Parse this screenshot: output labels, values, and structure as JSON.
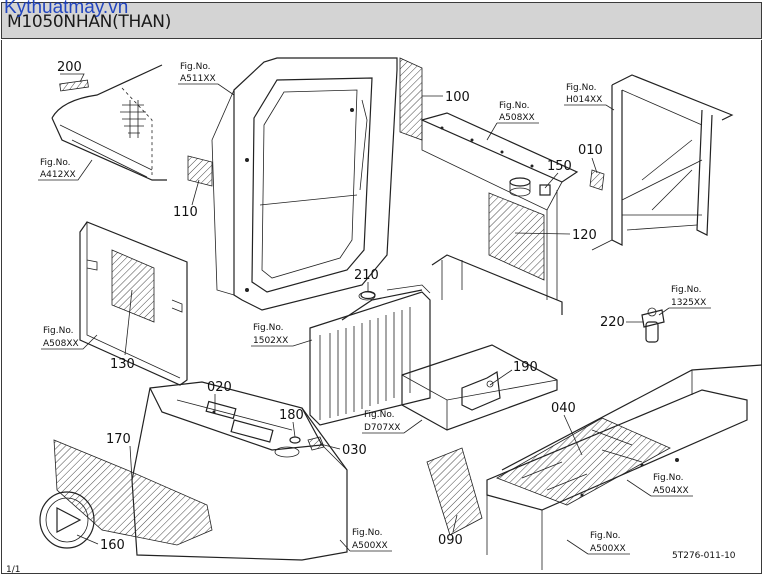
{
  "header": {
    "title": "M1050NHAN(THAN)",
    "watermark": "Kythuatmay.vn"
  },
  "callouts": [
    {
      "id": "200",
      "label": "200"
    },
    {
      "id": "100",
      "label": "100"
    },
    {
      "id": "110",
      "label": "110"
    },
    {
      "id": "150",
      "label": "150"
    },
    {
      "id": "010",
      "label": "010"
    },
    {
      "id": "120",
      "label": "120"
    },
    {
      "id": "210",
      "label": "210"
    },
    {
      "id": "220",
      "label": "220"
    },
    {
      "id": "130",
      "label": "130"
    },
    {
      "id": "190",
      "label": "190"
    },
    {
      "id": "020",
      "label": "020"
    },
    {
      "id": "040",
      "label": "040"
    },
    {
      "id": "180",
      "label": "180"
    },
    {
      "id": "170",
      "label": "170"
    },
    {
      "id": "030",
      "label": "030"
    },
    {
      "id": "090",
      "label": "090"
    },
    {
      "id": "160",
      "label": "160"
    }
  ],
  "fig_refs": [
    {
      "line1": "Fig.No.",
      "line2": "A511XX"
    },
    {
      "line1": "Fig.No.",
      "line2": "A412XX"
    },
    {
      "line1": "Fig.No.",
      "line2": "A508XX"
    },
    {
      "line1": "Fig.No.",
      "line2": "H014XX"
    },
    {
      "line1": "Fig.No.",
      "line2": "1325XX"
    },
    {
      "line1": "Fig.No.",
      "line2": "A508XX"
    },
    {
      "line1": "Fig.No.",
      "line2": "1502XX"
    },
    {
      "line1": "Fig.No.",
      "line2": "D707XX"
    },
    {
      "line1": "Fig.No.",
      "line2": "A504XX"
    },
    {
      "line1": "Fig.No.",
      "line2": "A500XX"
    },
    {
      "line1": "Fig.No.",
      "line2": "A500XX"
    }
  ],
  "drawing_code": "5T276-011-10",
  "footer_code": "1/1"
}
